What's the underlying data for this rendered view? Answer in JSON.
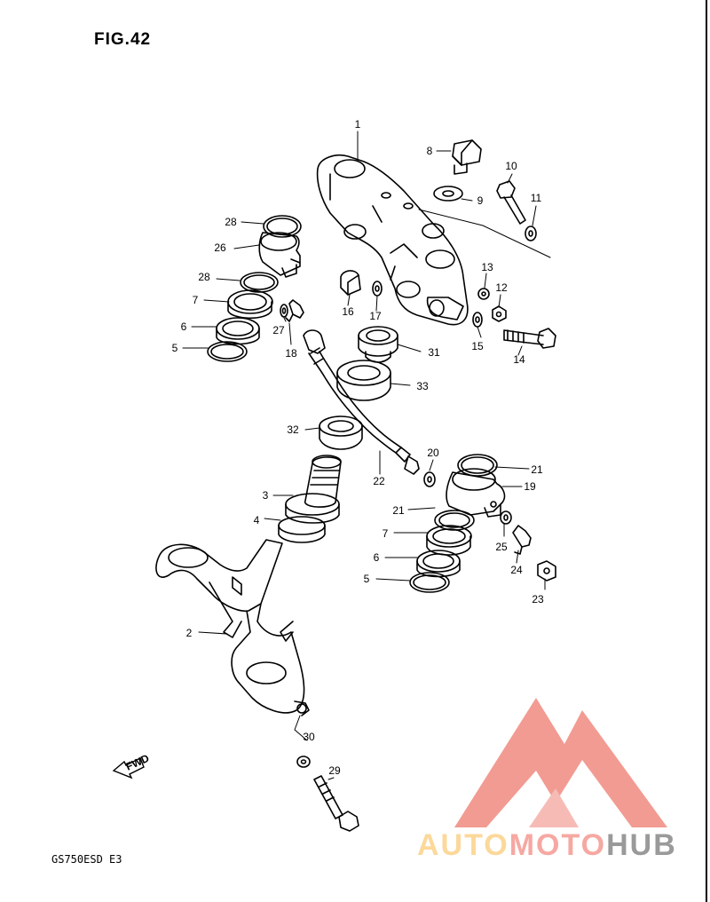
{
  "figure": {
    "title": "FIG.42",
    "model_code": "GS750ESD E3"
  },
  "watermark": {
    "segments": [
      "AUTO",
      "MOTO",
      "HUB"
    ],
    "colors": {
      "logo": "#f08a80",
      "auto": "#fcd89a",
      "moto": "#f6a8a2",
      "hub": "#9a9a9a"
    }
  },
  "fwd_label": "FWD",
  "callouts": [
    "1",
    "2",
    "3",
    "4",
    "5",
    "6",
    "7",
    "8",
    "9",
    "10",
    "11",
    "12",
    "13",
    "14",
    "15",
    "16",
    "17",
    "18",
    "19",
    "20",
    "21",
    "22",
    "23",
    "24",
    "25",
    "26",
    "27",
    "28",
    "29",
    "30",
    "31",
    "32",
    "33"
  ],
  "callout_positions": {}
}
